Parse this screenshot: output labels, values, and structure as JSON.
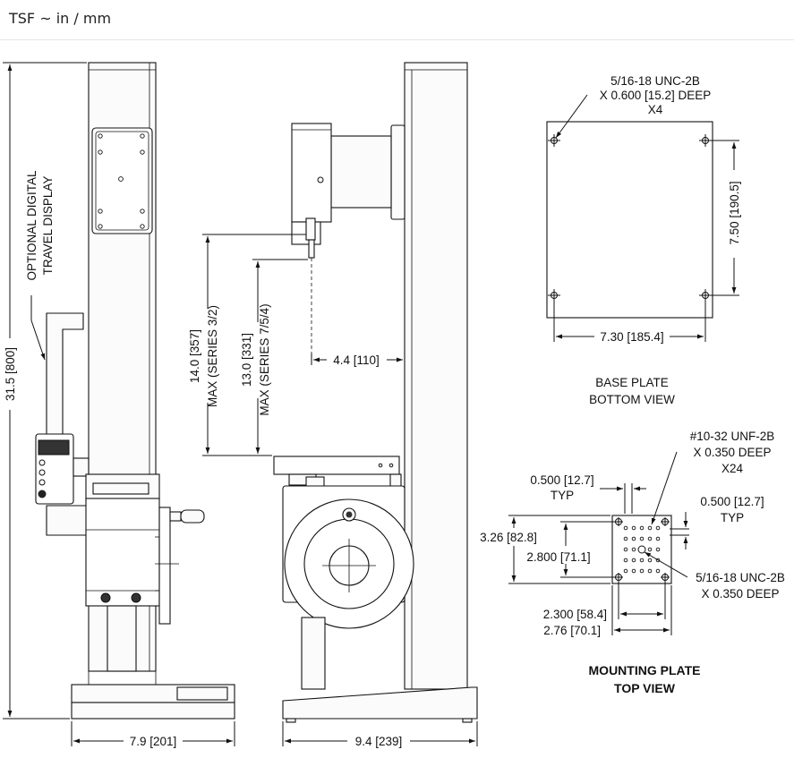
{
  "header": {
    "title": "TSF ~ in / mm"
  },
  "front_view": {
    "display_label_line1": "OPTIONAL DIGITAL",
    "display_label_line2": "TRAVEL DISPLAY",
    "height_dim": "31.5 [800]",
    "width_dim": "7.9 [201]"
  },
  "side_view": {
    "max_series32_value": "14.0 [357]",
    "max_series32_label": "MAX (SERIES 3/2)",
    "max_series754_value": "13.0 [331]",
    "max_series754_label": "MAX (SERIES 7/5/4)",
    "throat_dim": "4.4 [110]",
    "width_dim": "9.4 [239]"
  },
  "base_plate": {
    "hole_note_line1": "5/16-18 UNC-2B",
    "hole_note_line2": "X 0.600 [15.2] DEEP",
    "hole_note_line3": "X4",
    "height_dim": "7.50 [190.5]",
    "width_dim": "7.30 [185.4]",
    "title_line1": "BASE PLATE",
    "title_line2": "BOTTOM VIEW"
  },
  "mounting_plate": {
    "thread_note_line1": "#10-32 UNF-2B",
    "thread_note_line2": "X 0.350 DEEP",
    "thread_note_line3": "X24",
    "pitch_left_value": "0.500 [12.7]",
    "pitch_left_typ": "TYP",
    "pitch_right_value": "0.500 [12.7]",
    "pitch_right_typ": "TYP",
    "outer_height_dim": "3.26 [82.8]",
    "inner_height_dim": "2.800 [71.1]",
    "corner_note_line1": "5/16-18 UNC-2B",
    "corner_note_line2": "X 0.350 DEEP",
    "inner_width_dim": "2.300 [58.4]",
    "outer_width_dim": "2.76 [70.1]",
    "title_line1": "MOUNTING PLATE",
    "title_line2": "TOP VIEW"
  }
}
